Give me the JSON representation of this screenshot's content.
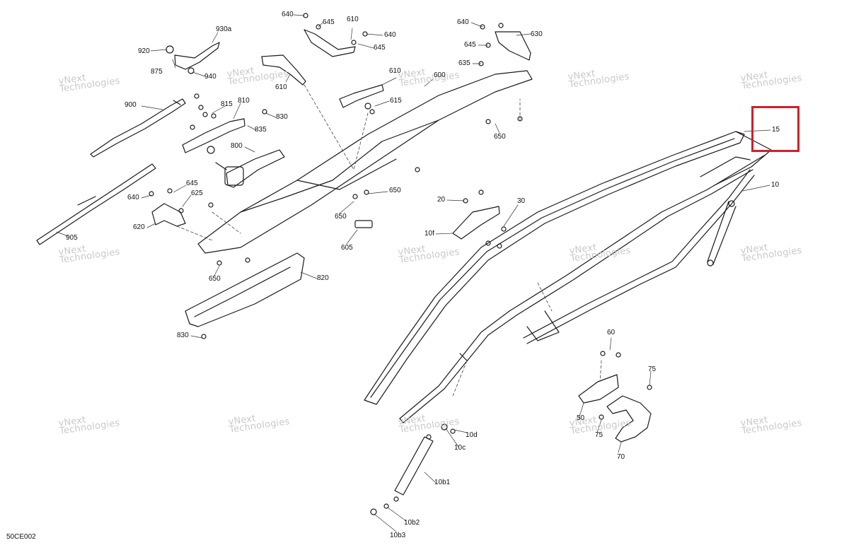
{
  "diagram_id": "50CE002",
  "highlight_color": "#d0202a",
  "watermark": {
    "line1": "vNext",
    "line2": "Technologies",
    "small": "vNext Technologies"
  },
  "callouts": {
    "c640a": "640",
    "c645a": "645",
    "c610a": "610",
    "c640b": "640",
    "c645b": "645",
    "c930a": "930a",
    "c920": "920",
    "c875": "875",
    "c940": "940",
    "c640c": "640",
    "c630": "630",
    "c645c": "645",
    "c635": "635",
    "c610b": "610",
    "c610c": "610",
    "c600": "600",
    "c615": "615",
    "c900": "900",
    "c815": "815",
    "c810": "810",
    "c830a": "830",
    "c835": "835",
    "c800": "800",
    "c650a": "650",
    "c15": "15",
    "c10": "10",
    "c640d": "640",
    "c645d": "645",
    "c625": "625",
    "c620": "620",
    "c905": "905",
    "c650b": "650",
    "c650c": "650",
    "c605": "605",
    "c20": "20",
    "c30": "30",
    "c10f": "10f",
    "c650d": "650",
    "c820": "820",
    "c830b": "830",
    "c60": "60",
    "c75a": "75",
    "c50": "50",
    "c75b": "75",
    "c70": "70",
    "c10d": "10d",
    "c10c": "10c",
    "c10b1": "10b1",
    "c10b2": "10b2",
    "c10b3": "10b3"
  }
}
